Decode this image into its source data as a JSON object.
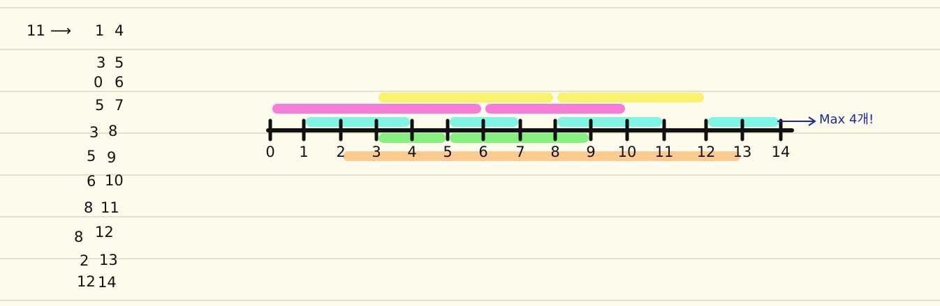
{
  "header": {
    "count": "11",
    "arrow": "⟶"
  },
  "intervals": [
    {
      "start": "1",
      "end": "4"
    },
    {
      "start": "3",
      "end": "5"
    },
    {
      "start": "0",
      "end": "6"
    },
    {
      "start": "5",
      "end": "7"
    },
    {
      "start": "3",
      "end": "8"
    },
    {
      "start": "5",
      "end": "9"
    },
    {
      "start": "6",
      "end": "10"
    },
    {
      "start": "8",
      "end": "11"
    },
    {
      "start": "8",
      "end": "12"
    },
    {
      "start": "2",
      "end": "13"
    },
    {
      "start": "12",
      "end": "14"
    }
  ],
  "axis": {
    "ticks": [
      "0",
      "1",
      "2",
      "3",
      "4",
      "5",
      "6",
      "7",
      "8",
      "9",
      "10",
      "11",
      "12",
      "13",
      "14"
    ]
  },
  "bars": [
    {
      "start": 3,
      "end": 8,
      "color": "#f9f26e"
    },
    {
      "start": 8,
      "end": 12,
      "color": "#f9f26e"
    },
    {
      "start": 0,
      "end": 6,
      "color": "#f77ed6"
    },
    {
      "start": 6,
      "end": 10,
      "color": "#f77ed6"
    },
    {
      "start": 1,
      "end": 4,
      "color": "#80f5e4"
    },
    {
      "start": 5,
      "end": 7,
      "color": "#80f5e4"
    },
    {
      "start": 8,
      "end": 11,
      "color": "#80f5e4"
    },
    {
      "start": 12,
      "end": 14,
      "color": "#80f5e4"
    },
    {
      "start": 3,
      "end": 5,
      "color": "#86f07e"
    },
    {
      "start": 5,
      "end": 9,
      "color": "#86f07e"
    },
    {
      "start": 2,
      "end": 13,
      "color": "#fdca92"
    }
  ],
  "annotation": {
    "text": "Max 4개!",
    "color": "#1a2a9a"
  }
}
